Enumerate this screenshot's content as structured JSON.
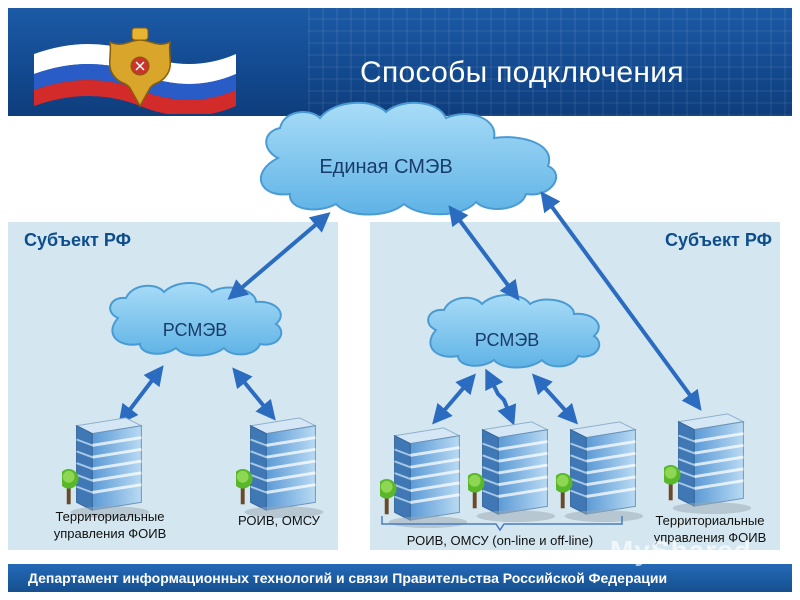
{
  "header": {
    "title": "Способы подключения"
  },
  "diagram": {
    "central_node": "Единая СМЭВ",
    "regions": [
      {
        "label": "Субъект РФ",
        "hub": "РСМЭВ"
      },
      {
        "label": "Субъект РФ",
        "hub": "РСМЭВ"
      }
    ],
    "captions": {
      "left_territorial": "Территориальные управления ФОИВ",
      "left_roiv": "РОИВ, ОМСУ",
      "right_roiv_group": "РОИВ, ОМСУ (on-line и off-line)",
      "right_territorial": "Территориальные управления ФОИВ"
    }
  },
  "footer": {
    "text": "Департамент информационных технологий и связи Правительства Российской Федерации"
  },
  "watermark": "MyShared",
  "colors": {
    "header_blue": "#134a90",
    "panel_bg": "#d4e7f0",
    "cloud_blue": "#7ec8f0",
    "arrow_blue": "#2b6cc0",
    "label_blue": "#0e4d8c"
  }
}
